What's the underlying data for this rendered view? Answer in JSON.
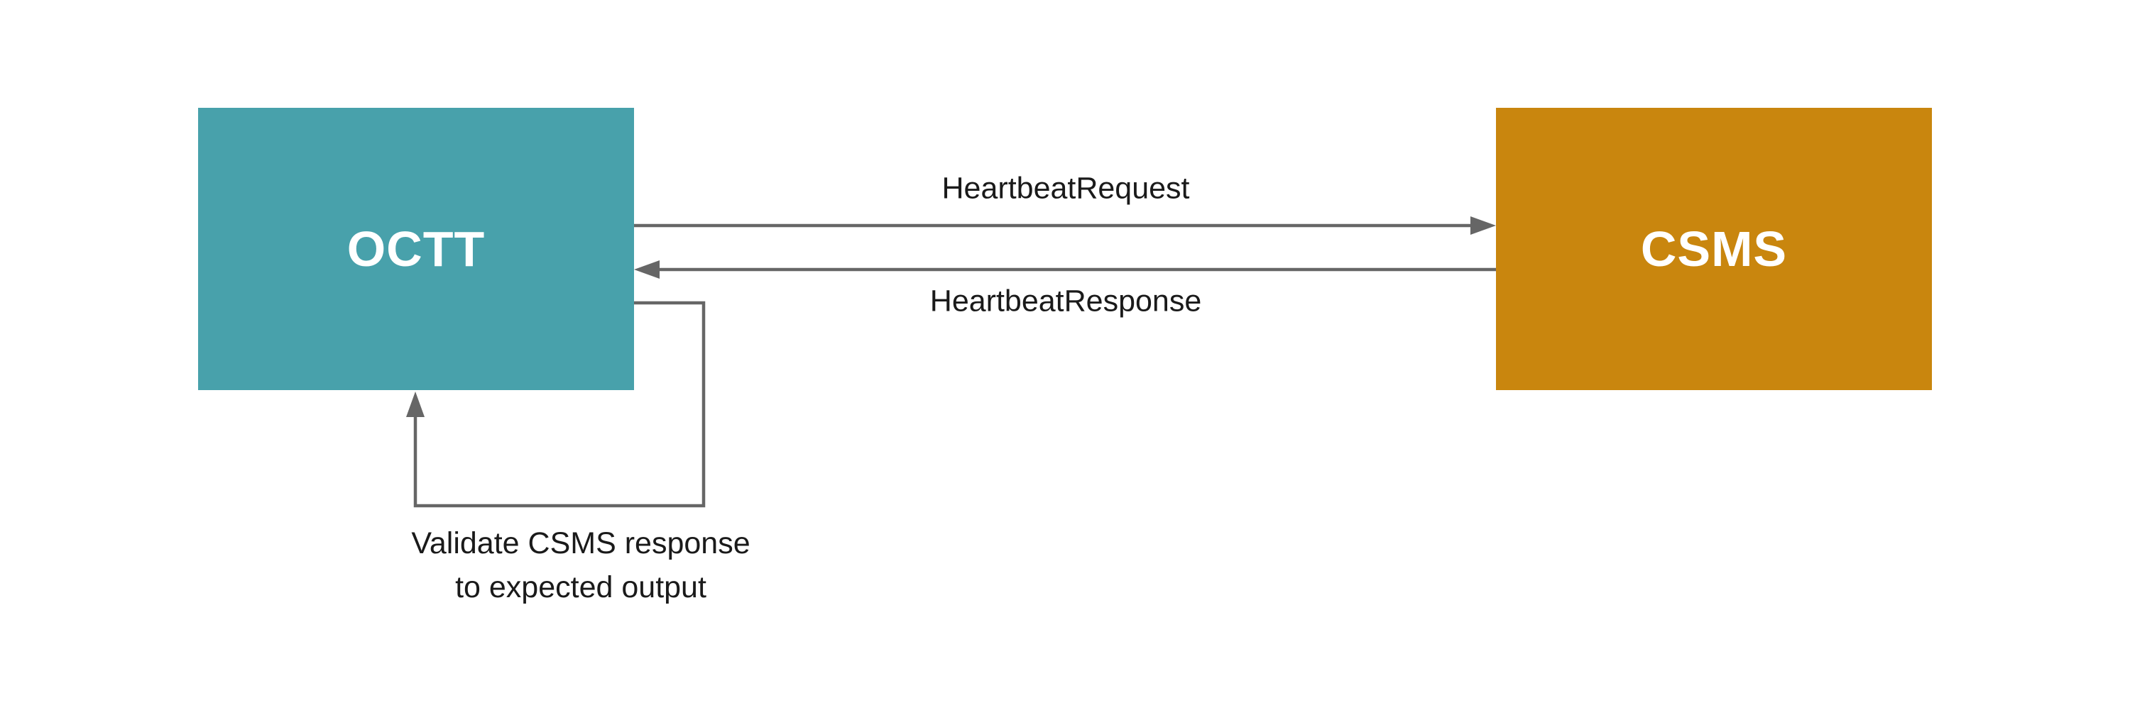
{
  "diagram": {
    "actors": {
      "octt": {
        "label": "OCTT"
      },
      "csms": {
        "label": "CSMS"
      }
    },
    "messages": {
      "request": {
        "label": "HeartbeatRequest",
        "from": "OCTT",
        "to": "CSMS",
        "direction": "right"
      },
      "response": {
        "label": "HeartbeatResponse",
        "from": "CSMS",
        "to": "OCTT",
        "direction": "left"
      }
    },
    "self_loop": {
      "attached_to": "OCTT",
      "label_line1": "Validate CSMS response",
      "label_line2": "to expected output"
    },
    "colors": {
      "background": "#ffffff",
      "octt_fill": "#48A1AB",
      "csms_fill": "#C9860E",
      "arrow": "#666666",
      "label_text": "#1a1a1a",
      "box_text": "#ffffff"
    }
  }
}
